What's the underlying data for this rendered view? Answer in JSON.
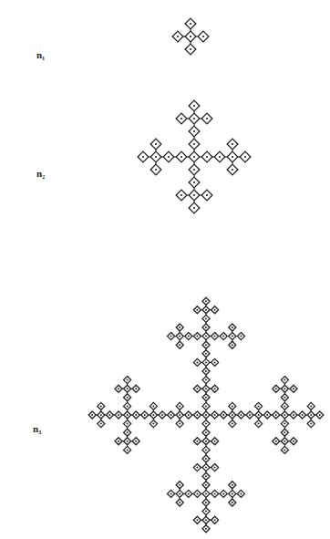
{
  "diagram": {
    "labels": [
      "n₁",
      "n₂",
      "n₃"
    ]
  }
}
